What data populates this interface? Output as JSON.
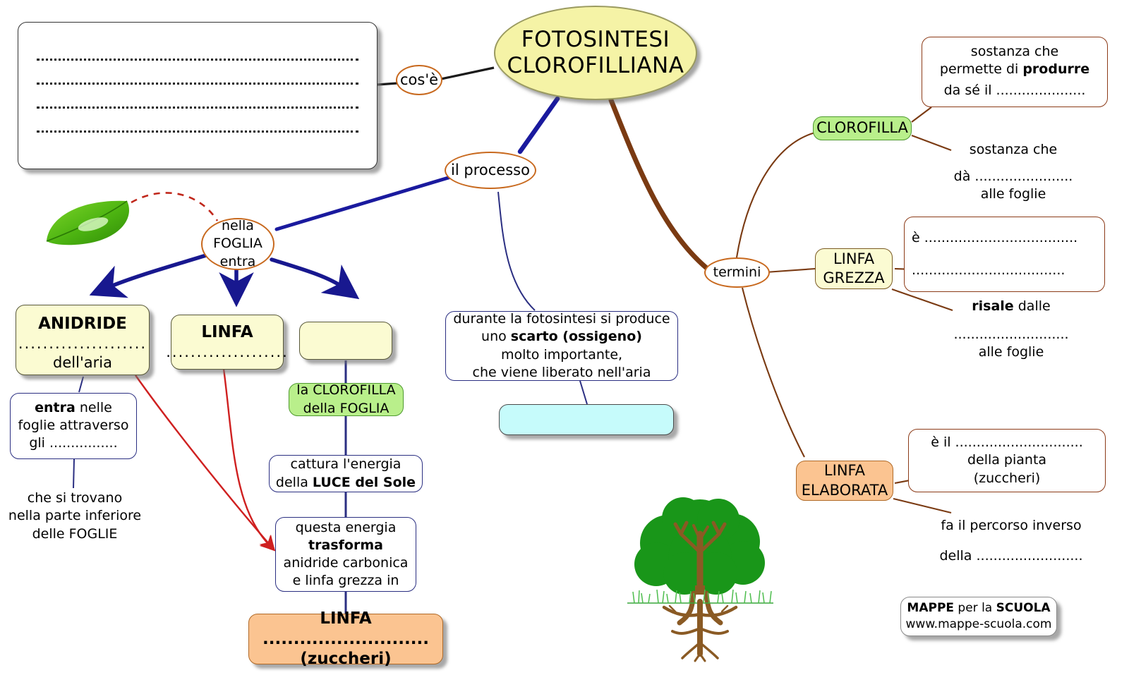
{
  "title": {
    "line1": "FOTOSINTESI",
    "line2": "CLOROFILLIANA"
  },
  "connector_labels": {
    "cose": "cos'è",
    "processo": "il processo",
    "termini": "termini",
    "nella_foglia": "nella\nFOGLIA\nentra"
  },
  "left_branch": {
    "answer_box_lines": 4,
    "anidride": {
      "title": "ANIDRIDE",
      "dots": ".....................",
      "caption": "dell'aria"
    },
    "linfa": {
      "title": "LINFA",
      "dots": "...................."
    },
    "empty_box": "",
    "entra_box": {
      "l1_bold": "entra",
      "l1_rest": " nelle",
      "l2": "foglie attraverso",
      "l3": "gli ................"
    },
    "sotto_foglie": "che si trovano\nnella parte inferiore\ndelle FOGLIE"
  },
  "center_chain": {
    "clorofilla_foglia": "la CLOROFILLA\ndella FOGLIA",
    "cattura": {
      "l1": "cattura l'energia",
      "l2_pre": "della ",
      "l2_bold": "LUCE del Sole"
    },
    "trasforma": {
      "l1": "questa energia",
      "l2_bold": "trasforma",
      "l3": "anidride carbonica",
      "l4": "e linfa grezza in"
    },
    "linfa_zuccheri": {
      "l1": "LINFA ...........................",
      "l2": "(zuccheri)"
    }
  },
  "process_branch": {
    "scarto_box": {
      "l1": "durante la fotosintesi si produce",
      "l2_pre": "uno ",
      "l2_bold": "scarto (ossigeno)",
      "l3": "molto importante,",
      "l4": "che viene liberato nell'aria"
    },
    "answer_cyan": ""
  },
  "terms_branch": {
    "clorofilla": {
      "label": "CLOROFILLA",
      "box": {
        "l1": "sostanza che",
        "l2_pre": "permette di ",
        "l2_bold": "produrre",
        "l3": "da sé il ....................."
      },
      "free": {
        "l1": "sostanza che",
        "l2": "dà .......................",
        "l3": "alle foglie"
      }
    },
    "linfa_grezza": {
      "label": "LINFA\nGREZZA",
      "box": {
        "l1": "è ....................................",
        "l2": "...................................."
      },
      "free": {
        "l1_bold": "risale",
        "l1_rest": " dalle",
        "l2": "...........................",
        "l3": "alle foglie"
      }
    },
    "linfa_elaborata": {
      "label": "LINFA\nELABORATA",
      "box": {
        "l1": "è il ..............................",
        "l2": "della pianta",
        "l3": "(zuccheri)"
      },
      "free": {
        "l1": "fa il percorso inverso",
        "l2": "della ........................."
      }
    }
  },
  "footer": {
    "brand_a": "MAPPE",
    "brand_mid": " per la ",
    "brand_b": "SCUOLA",
    "url": "www.mappe-scuola.com"
  },
  "colors": {
    "title_fill": "#f5f3a6",
    "ellipse_stroke": "#c8691e",
    "blue_link": "#1a1a9e",
    "brown_link": "#7a3a12",
    "red_link": "#cf2020",
    "green_fill": "#b9ef8b",
    "orange_fill": "#fbc491",
    "yellow_fill": "#fbfbd2",
    "cyan_fill": "#c6fbfb",
    "url_color": "#2b2bd0"
  }
}
